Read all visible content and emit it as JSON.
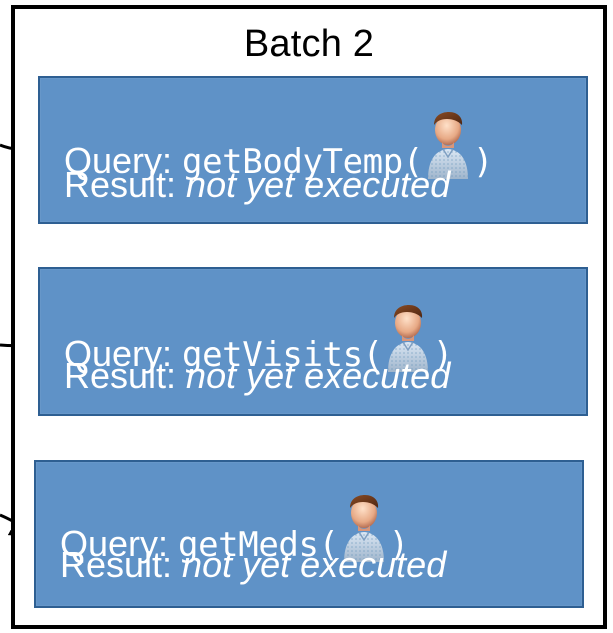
{
  "batch": {
    "title": "Batch 2"
  },
  "queries": [
    {
      "query_label": "Query: ",
      "function_name": "getBodyTemp(",
      "closing": ")",
      "result_label": "Result: ",
      "result_value": "not yet executed",
      "avatar": "patient-avatar-icon"
    },
    {
      "query_label": "Query: ",
      "function_name": "getVisits(",
      "closing": ")",
      "result_label": "Result: ",
      "result_value": "not yet executed",
      "avatar": "patient-avatar-icon"
    },
    {
      "query_label": "Query: ",
      "function_name": "getMeds(",
      "closing": ")",
      "result_label": "Result: ",
      "result_value": "not yet executed",
      "avatar": "patient-avatar-icon"
    }
  ],
  "colors": {
    "card_fill": "#5f92c7",
    "card_border": "#2e5f92",
    "text": "#ffffff",
    "frame": "#000000"
  }
}
